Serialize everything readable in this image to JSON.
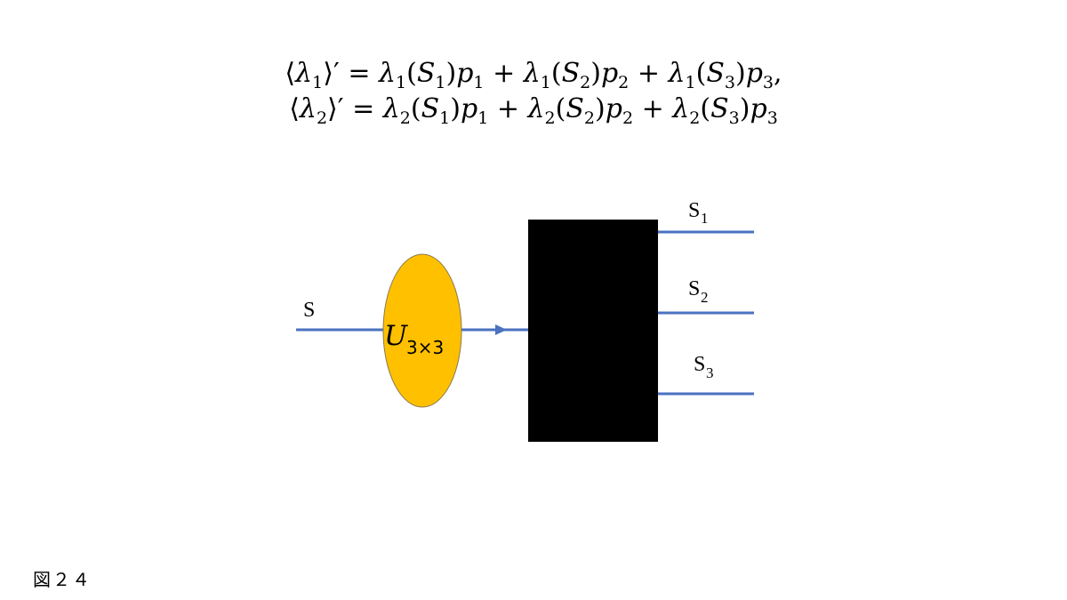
{
  "equations": {
    "line1": {
      "lhs_var": "λ",
      "lhs_sub": "1",
      "lhs_suffix": "′ =",
      "t1": "λ",
      "t1_sub": "1",
      "s1": "S",
      "s1_sub": "1",
      "p1": "p",
      "p1_sub": "1",
      "t2": "λ",
      "t2_sub": "1",
      "s2": "S",
      "s2_sub": "2",
      "p2": "p",
      "p2_sub": "2",
      "t3": "λ",
      "t3_sub": "1",
      "s3": "S",
      "s3_sub": "3",
      "p3": "p",
      "p3_sub": "3",
      "end": ","
    },
    "line2": {
      "lhs_var": "λ",
      "lhs_sub": "2",
      "lhs_suffix": "′ =",
      "t1": "λ",
      "t1_sub": "2",
      "s1": "S",
      "s1_sub": "1",
      "p1": "p",
      "p1_sub": "1",
      "t2": "λ",
      "t2_sub": "2",
      "s2": "S",
      "s2_sub": "2",
      "p2": "p",
      "p2_sub": "2",
      "t3": "λ",
      "t3_sub": "2",
      "s3": "S",
      "s3_sub": "3",
      "p3": "p",
      "p3_sub": "3",
      "end": ""
    }
  },
  "diagram": {
    "input_label": "S",
    "unitary": {
      "main": "U",
      "sub": "3×3"
    },
    "outputs": [
      {
        "label": "S",
        "sub": "1"
      },
      {
        "label": "S",
        "sub": "2"
      },
      {
        "label": "S",
        "sub": "3"
      }
    ],
    "colors": {
      "line": "#4a72c0",
      "ellipse_fill": "#ffc000",
      "ellipse_stroke": "#8a7a50",
      "box": "#000000"
    }
  },
  "caption": "図２４"
}
